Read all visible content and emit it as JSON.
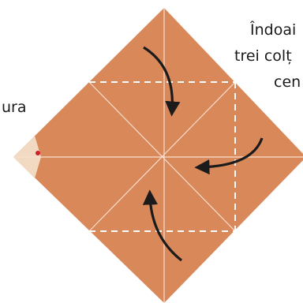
{
  "instructions": {
    "right_lines": [
      "Îndoai",
      "trei colț",
      "cen"
    ],
    "left_fragment": "ura"
  },
  "colors": {
    "paper": "#d9885a",
    "paper_back": "#f2d9c2",
    "fold_line": "#f7e0cf",
    "dashed_fold": "#ffffff",
    "arrow": "#1b1b1b",
    "mark": "#d0202a"
  },
  "icons": {
    "arrows": [
      "curved-arrow-top",
      "curved-arrow-right",
      "curved-arrow-bottom"
    ]
  }
}
